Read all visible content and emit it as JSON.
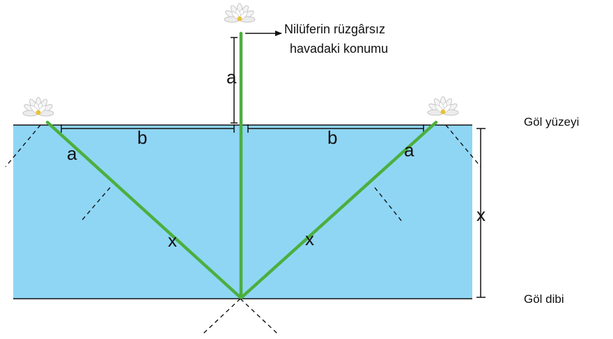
{
  "labels": {
    "stem_above_water": "a",
    "half_width_left": "b",
    "half_width_right": "b",
    "stem_tilted_left_a": "a",
    "stem_tilted_right_a": "a",
    "stem_tilted_left_x": "x",
    "stem_tilted_right_x": "x",
    "depth": "x",
    "lake_surface": "Göl yüzeyi",
    "lake_bottom": "Göl dibi",
    "windless_note_line1": "Nilüferin rüzgârsız",
    "windless_note_line2": "havadaki konumu"
  },
  "colors": {
    "water": "#8fd6f5",
    "stem": "#4caf3e",
    "line": "#111111",
    "petal": "#f4f4f4",
    "flower_center": "#e8c23a"
  },
  "icons": [
    "water-lily-icon"
  ]
}
